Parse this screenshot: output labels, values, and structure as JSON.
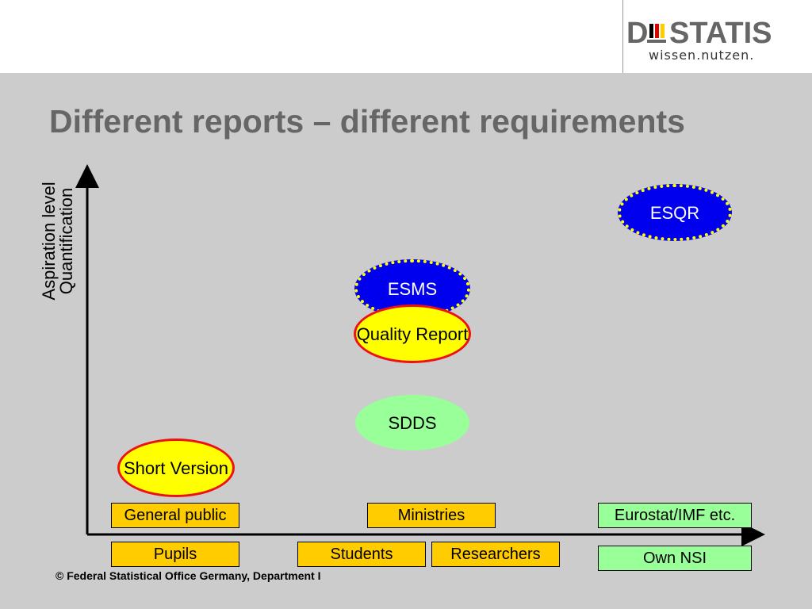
{
  "header": {
    "logo_letters": "DSTATIS",
    "logo_tagline": "wissen.nutzen."
  },
  "title": "Different reports – different requirements",
  "axis": {
    "y_label_1": "Aspiration level",
    "y_label_2": "Quantification"
  },
  "reports": [
    {
      "label": "ESQR",
      "style": "blue"
    },
    {
      "label": "ESMS",
      "style": "blue"
    },
    {
      "label": "Quality Report",
      "style": "yellow-red"
    },
    {
      "label": "SDDS",
      "style": "green"
    },
    {
      "label": "Short Version",
      "style": "yellow-red"
    }
  ],
  "audiences_row1": [
    "General public",
    "Ministries",
    "Eurostat/IMF etc."
  ],
  "audiences_row2": [
    "Pupils",
    "Students",
    "Researchers",
    "Own NSI"
  ],
  "footer": "© Federal Statistical Office Germany, Department I",
  "colors": {
    "background": "#cccccc",
    "title": "#666666",
    "blue_report": "#0000ee",
    "yellow_report": "#ffff00",
    "red_border": "#ee1111",
    "green_report": "#99ff99",
    "orange_box": "#ffcc00"
  }
}
